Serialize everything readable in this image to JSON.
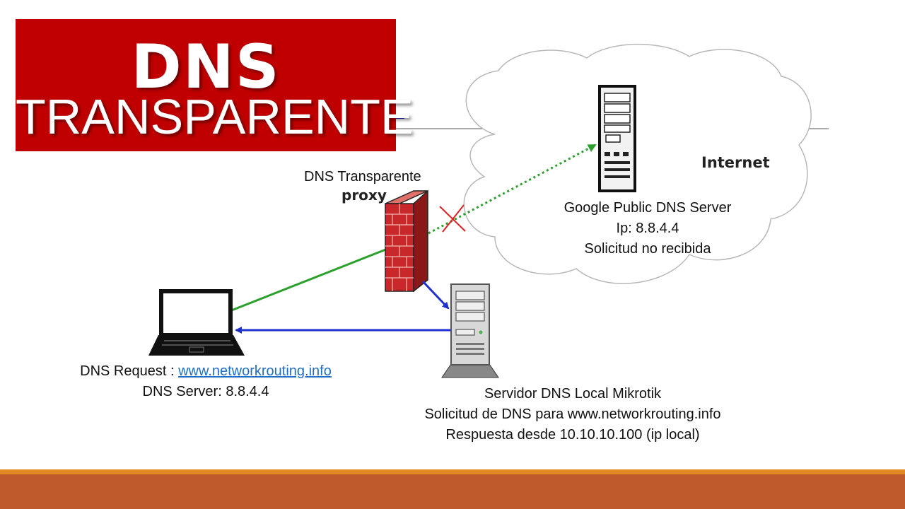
{
  "title": {
    "line1": "DNS",
    "line2": "TRANSPARENTE"
  },
  "nodes": {
    "proxy": {
      "label": "DNS Transparente",
      "sublabel": "proxy"
    },
    "internet": {
      "label": "Internet"
    },
    "google_dns": {
      "line1": "Google Public DNS Server",
      "line2": "Ip: 8.8.4.4",
      "line3": "Solicitud no recibida"
    },
    "client": {
      "request_prefix": "DNS Request : ",
      "request_link": "www.networkrouting.info",
      "dns_server": "DNS Server: 8.8.4.4"
    },
    "local_dns": {
      "line1": "Servidor DNS Local Mikrotik",
      "line2": "Solicitud de DNS para www.networkrouting.info",
      "line3": "Respuesta desde 10.10.10.100 (ip local)"
    }
  },
  "colors": {
    "title_bg": "#c00000",
    "request_line": "#2ca02c",
    "response_line": "#1f2fd0",
    "blocked_x": "#e02020",
    "firewall_brick": "#c8282a",
    "footer_thin": "#e28a1f",
    "footer_thick": "#bf5a2a"
  },
  "icons": [
    "firewall-icon",
    "server-icon",
    "laptop-icon",
    "cloud-icon",
    "blocked-x-icon"
  ]
}
